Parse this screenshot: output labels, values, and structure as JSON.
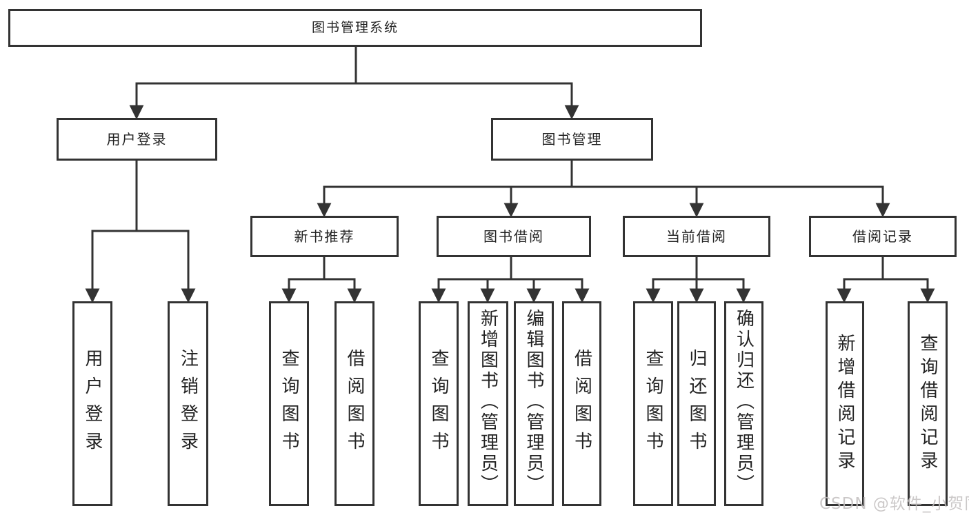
{
  "diagram": {
    "root": "图书管理系统",
    "branches": [
      {
        "label": "用户登录",
        "children": [
          {
            "label": "用户登录"
          },
          {
            "label": "注销登录"
          }
        ]
      },
      {
        "label": "图书管理",
        "children": [
          {
            "label": "新书推荐",
            "children": [
              {
                "label": "查询图书"
              },
              {
                "label": "借阅图书"
              }
            ]
          },
          {
            "label": "图书借阅",
            "children": [
              {
                "label": "查询图书"
              },
              {
                "label": "新增图书（管理员）"
              },
              {
                "label": "编辑图书（管理员）"
              },
              {
                "label": "借阅图书"
              }
            ]
          },
          {
            "label": "当前借阅",
            "children": [
              {
                "label": "查询图书"
              },
              {
                "label": "归还图书"
              },
              {
                "label": "确认归还（管理员）"
              }
            ]
          },
          {
            "label": "借阅记录",
            "children": [
              {
                "label": "新增借阅记录"
              },
              {
                "label": "查询借阅记录"
              }
            ]
          }
        ]
      }
    ]
  },
  "watermark": "CSDN @软件_小贺同学",
  "colors": {
    "line": "#333333",
    "box_border": "#333333",
    "box_fill": "#ffffff",
    "text": "#222222",
    "watermark": "#c3bfbf",
    "background": "#ffffff"
  }
}
